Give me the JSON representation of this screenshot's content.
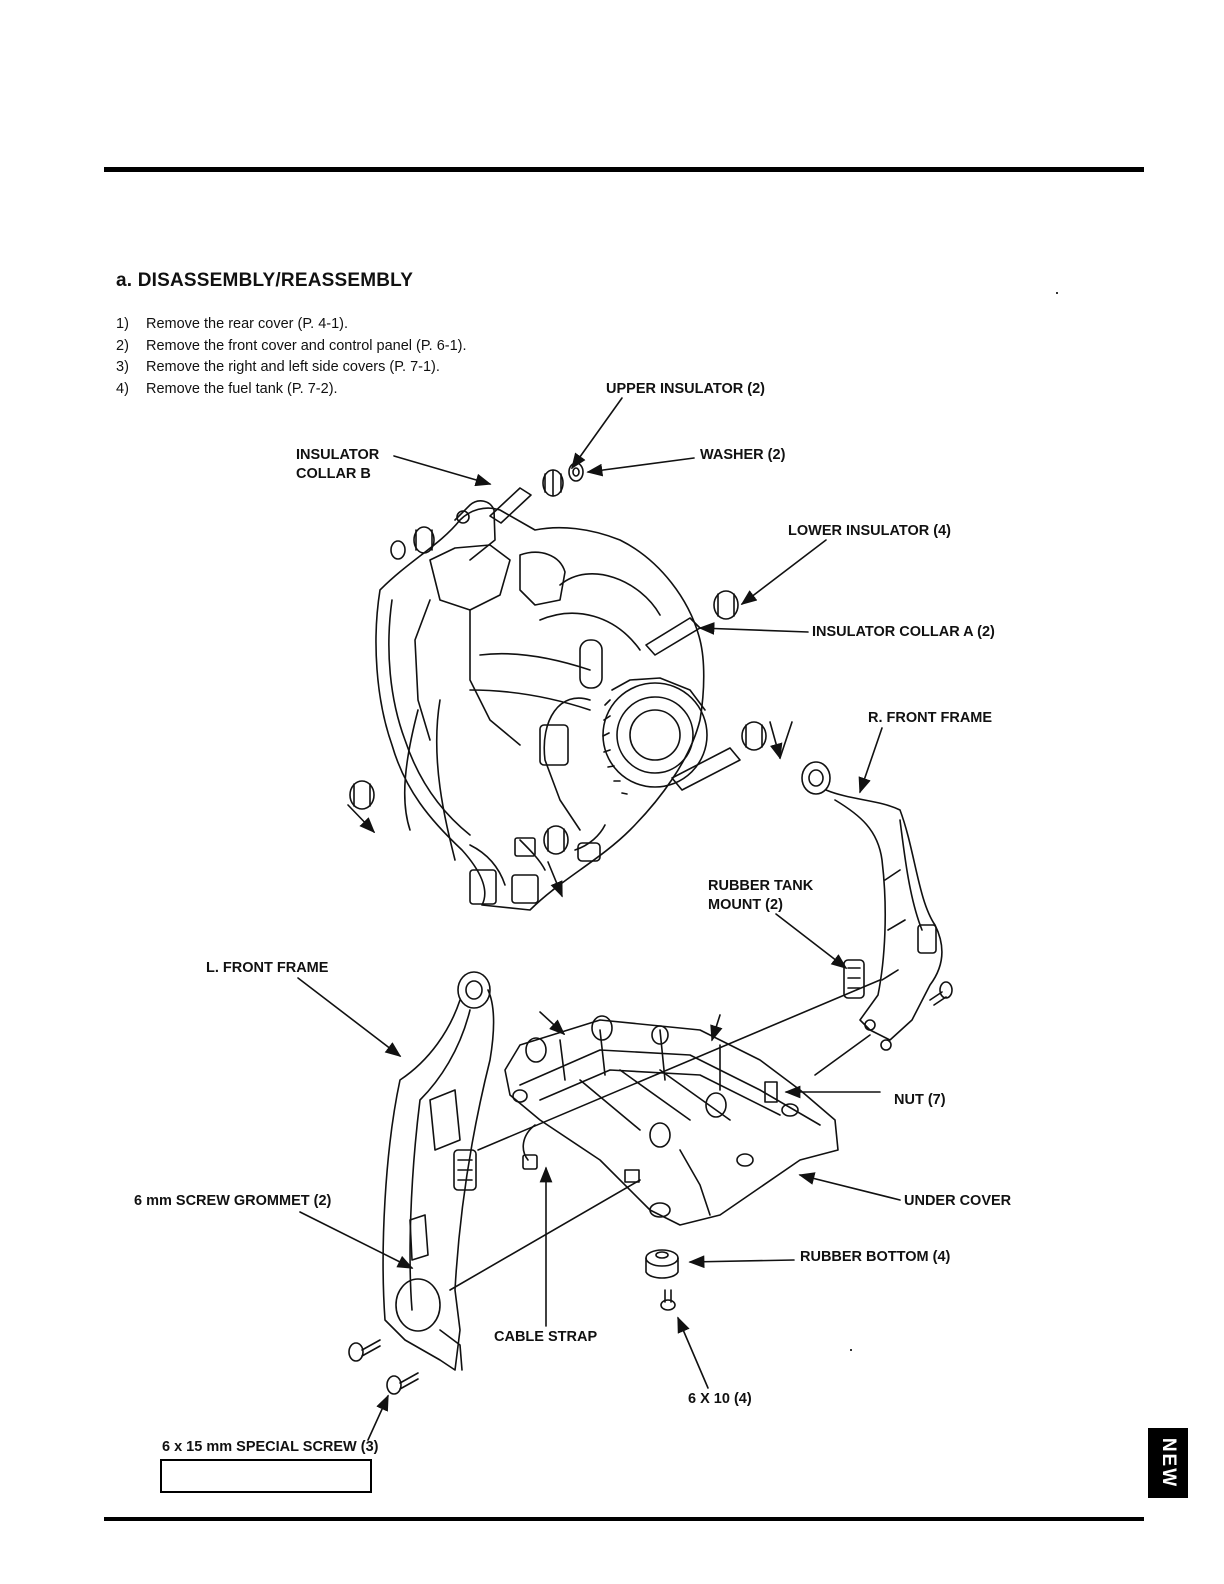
{
  "section": {
    "heading": "a. DISASSEMBLY/REASSEMBLY"
  },
  "steps": [
    {
      "num": "1)",
      "text": "Remove the rear cover (P. 4-1)."
    },
    {
      "num": "2)",
      "text": "Remove the front cover and control panel (P. 6-1)."
    },
    {
      "num": "3)",
      "text": "Remove the right and left side covers (P. 7-1)."
    },
    {
      "num": "4)",
      "text": "Remove the fuel tank (P. 7-2)."
    }
  ],
  "callouts": {
    "upper_insulator": "UPPER INSULATOR (2)",
    "insulator_collar_b_l1": "INSULATOR",
    "insulator_collar_b_l2": "COLLAR B",
    "washer": "WASHER (2)",
    "lower_insulator": "LOWER INSULATOR (4)",
    "insulator_collar_a": "INSULATOR COLLAR A (2)",
    "r_front_frame": "R. FRONT FRAME",
    "rubber_tank_mount_l1": "RUBBER TANK",
    "rubber_tank_mount_l2": "MOUNT (2)",
    "l_front_frame": "L. FRONT FRAME",
    "nut": "NUT (7)",
    "under_cover": "UNDER COVER",
    "screw_grommet": "6 mm SCREW GROMMET (2)",
    "rubber_bottom": "RUBBER BOTTOM (4)",
    "cable_strap": "CABLE STRAP",
    "bolt_6x10": "6 X 10 (4)",
    "special_screw": "6 x 15 mm SPECIAL SCREW (3)"
  },
  "tab": {
    "label": "NEW"
  },
  "colors": {
    "ink": "#111111",
    "paper": "#ffffff"
  }
}
